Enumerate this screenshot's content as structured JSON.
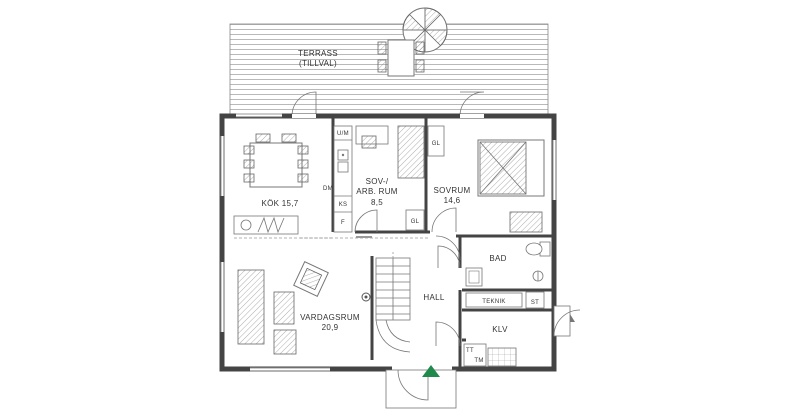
{
  "rooms": {
    "terrace": {
      "name": "TERRASS",
      "note": "(TILLVAL)"
    },
    "kitchen": {
      "name": "KÖK 15,7"
    },
    "bedroom_office": {
      "line1": "SOV-/",
      "line2": "ARB. RUM",
      "area": "8,5"
    },
    "bedroom": {
      "name": "SOVRUM",
      "area": "14,6"
    },
    "bathroom": {
      "name": "BAD"
    },
    "utility": {
      "name": "TEKNIK"
    },
    "hall": {
      "name": "HALL"
    },
    "living": {
      "name": "VARDAGSRUM",
      "area": "20,9"
    },
    "closet": {
      "name": "KLV"
    }
  },
  "fixtures": {
    "um": "U/M",
    "dm": "DM",
    "ks": "KS",
    "f": "F",
    "gl_office": "GL",
    "gl_bedroom": "GL",
    "st": "ST",
    "tt": "TT",
    "tm": "TM"
  },
  "colors": {
    "wall": "#444444",
    "line": "#777777",
    "entry_marker": "#1f8a4c"
  }
}
